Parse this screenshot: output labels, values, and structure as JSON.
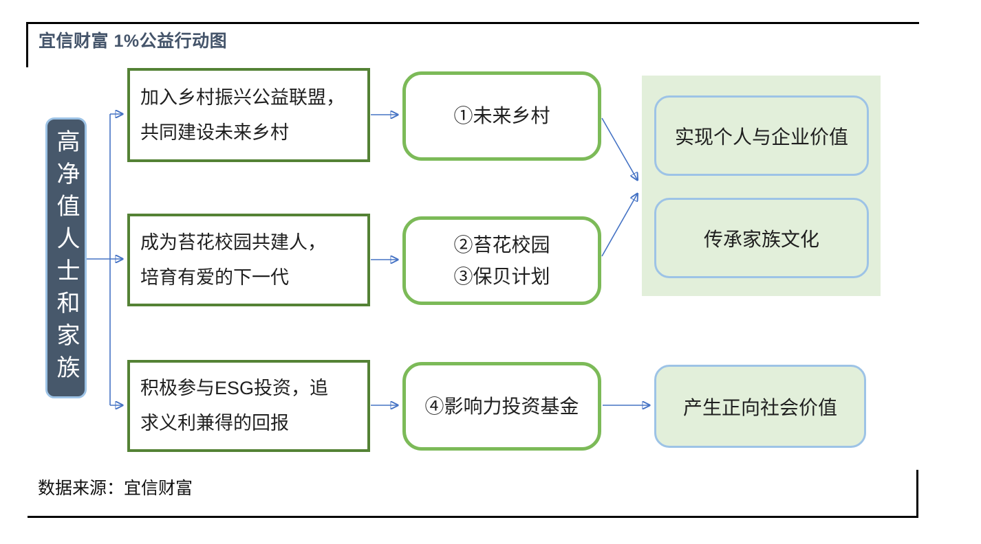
{
  "title": "宜信财富 1%公益行动图",
  "source": "数据来源：宜信财富",
  "colors": {
    "title_text": "#44546A",
    "root_box_fill": "#47586B",
    "root_box_border": "#9DC3E6",
    "action_box_border": "#548235",
    "program_box_border": "#7CBA58",
    "outcome_panel_fill": "#E2EFDA",
    "outcome_box_border": "#9DC3E6",
    "connector_blue": "#4472C4"
  },
  "diagram": {
    "root": {
      "label": "高净值人士和家族"
    },
    "actions": [
      {
        "lines": [
          "加入乡村振兴公益联盟，",
          "共同建设未来乡村"
        ]
      },
      {
        "lines": [
          "成为苔花校园共建人，",
          "培育有爱的下一代"
        ]
      },
      {
        "lines": [
          "积极参与ESG投资，追",
          "求义利兼得的回报"
        ]
      }
    ],
    "programs": [
      {
        "lines": [
          "①未来乡村"
        ]
      },
      {
        "lines": [
          "②苔花校园",
          "③保贝计划"
        ]
      },
      {
        "lines": [
          "④影响力投资基金"
        ]
      }
    ],
    "outcomes": [
      {
        "label": "实现个人与企业价值"
      },
      {
        "label": "传承家族文化"
      },
      {
        "label": "产生正向社会价值"
      }
    ]
  }
}
